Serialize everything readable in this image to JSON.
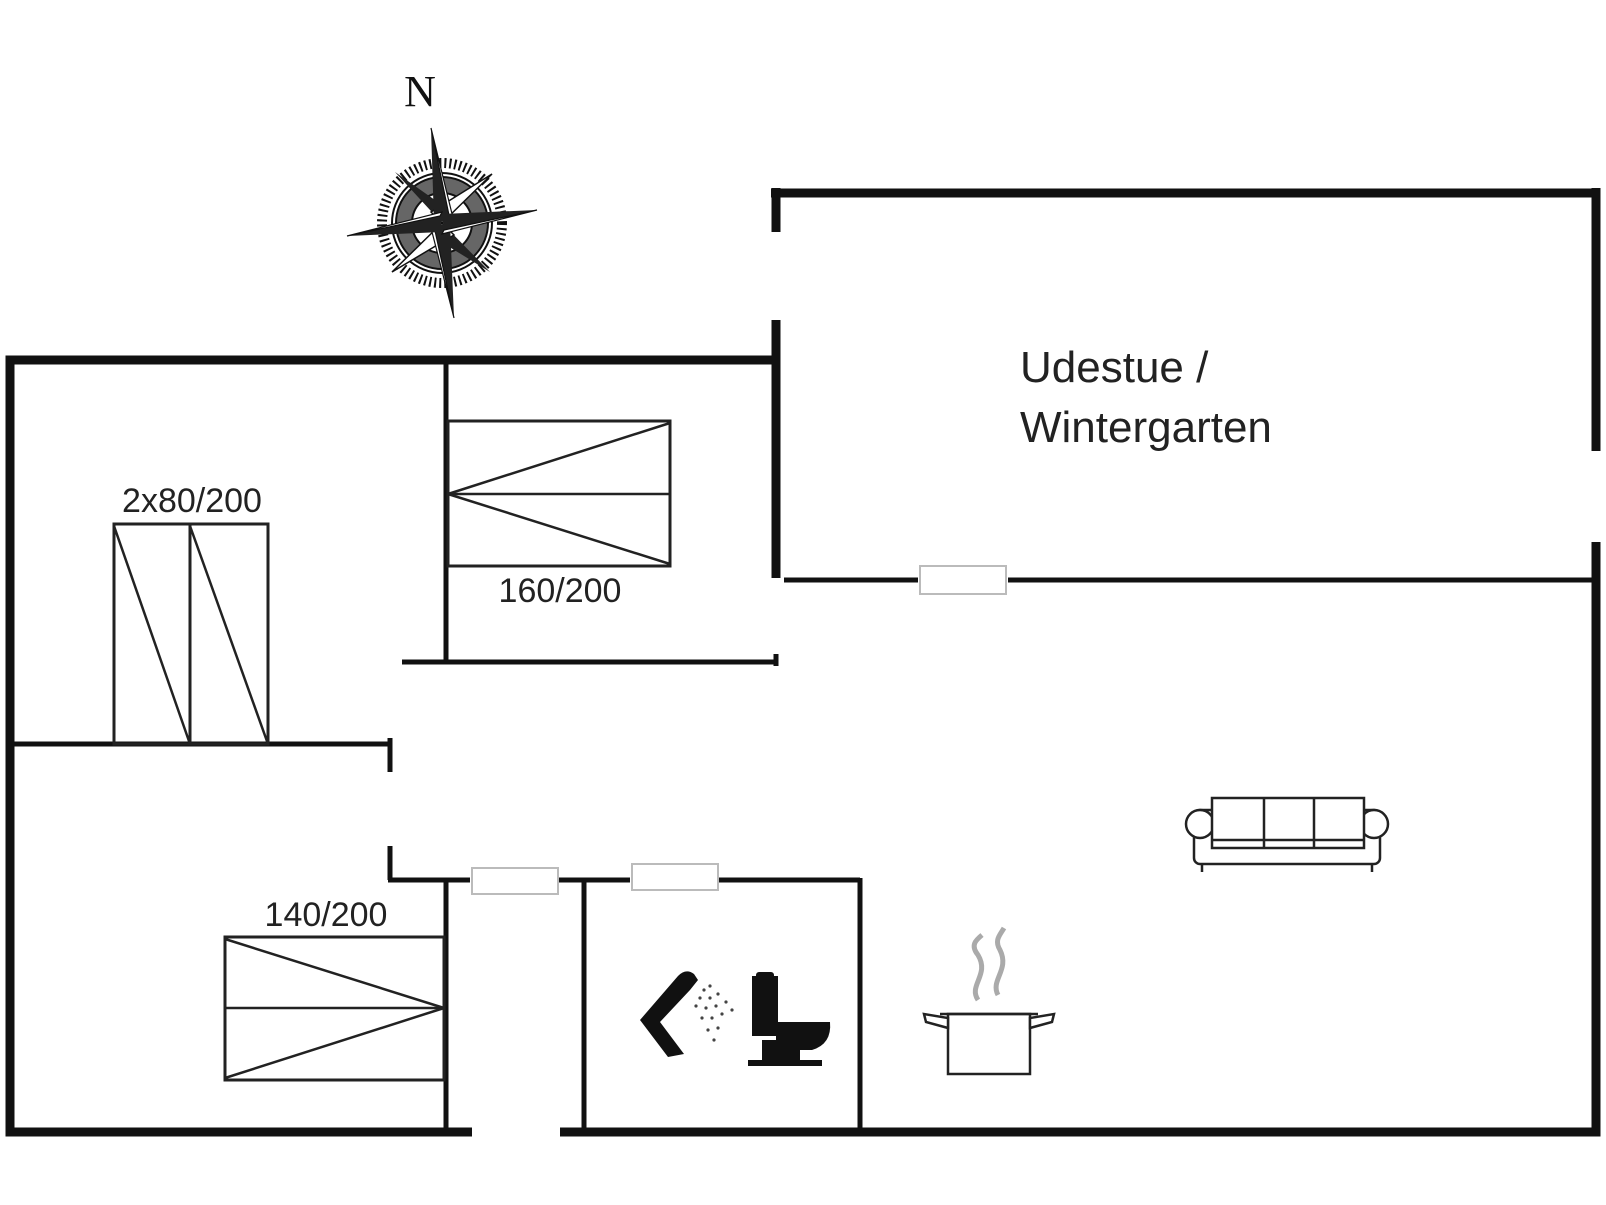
{
  "compass": {
    "north_label": "N"
  },
  "rooms": {
    "winter_garden": {
      "line1": "Udestue /",
      "line2": "Wintergarten"
    }
  },
  "beds": [
    {
      "id": "bedroom-twin",
      "size_label": "2x80/200"
    },
    {
      "id": "bedroom-double-top",
      "size_label": "160/200"
    },
    {
      "id": "bedroom-double-bottom",
      "size_label": "140/200"
    }
  ],
  "icons": {
    "compass": "compass-rose-icon",
    "sofa": "sofa-icon",
    "cooking_pot": "cooking-pot-icon",
    "shower": "shower-icon",
    "toilet": "toilet-icon"
  },
  "colors": {
    "wall": "#111111",
    "window": "#bbbbbb",
    "background": "#ffffff"
  }
}
